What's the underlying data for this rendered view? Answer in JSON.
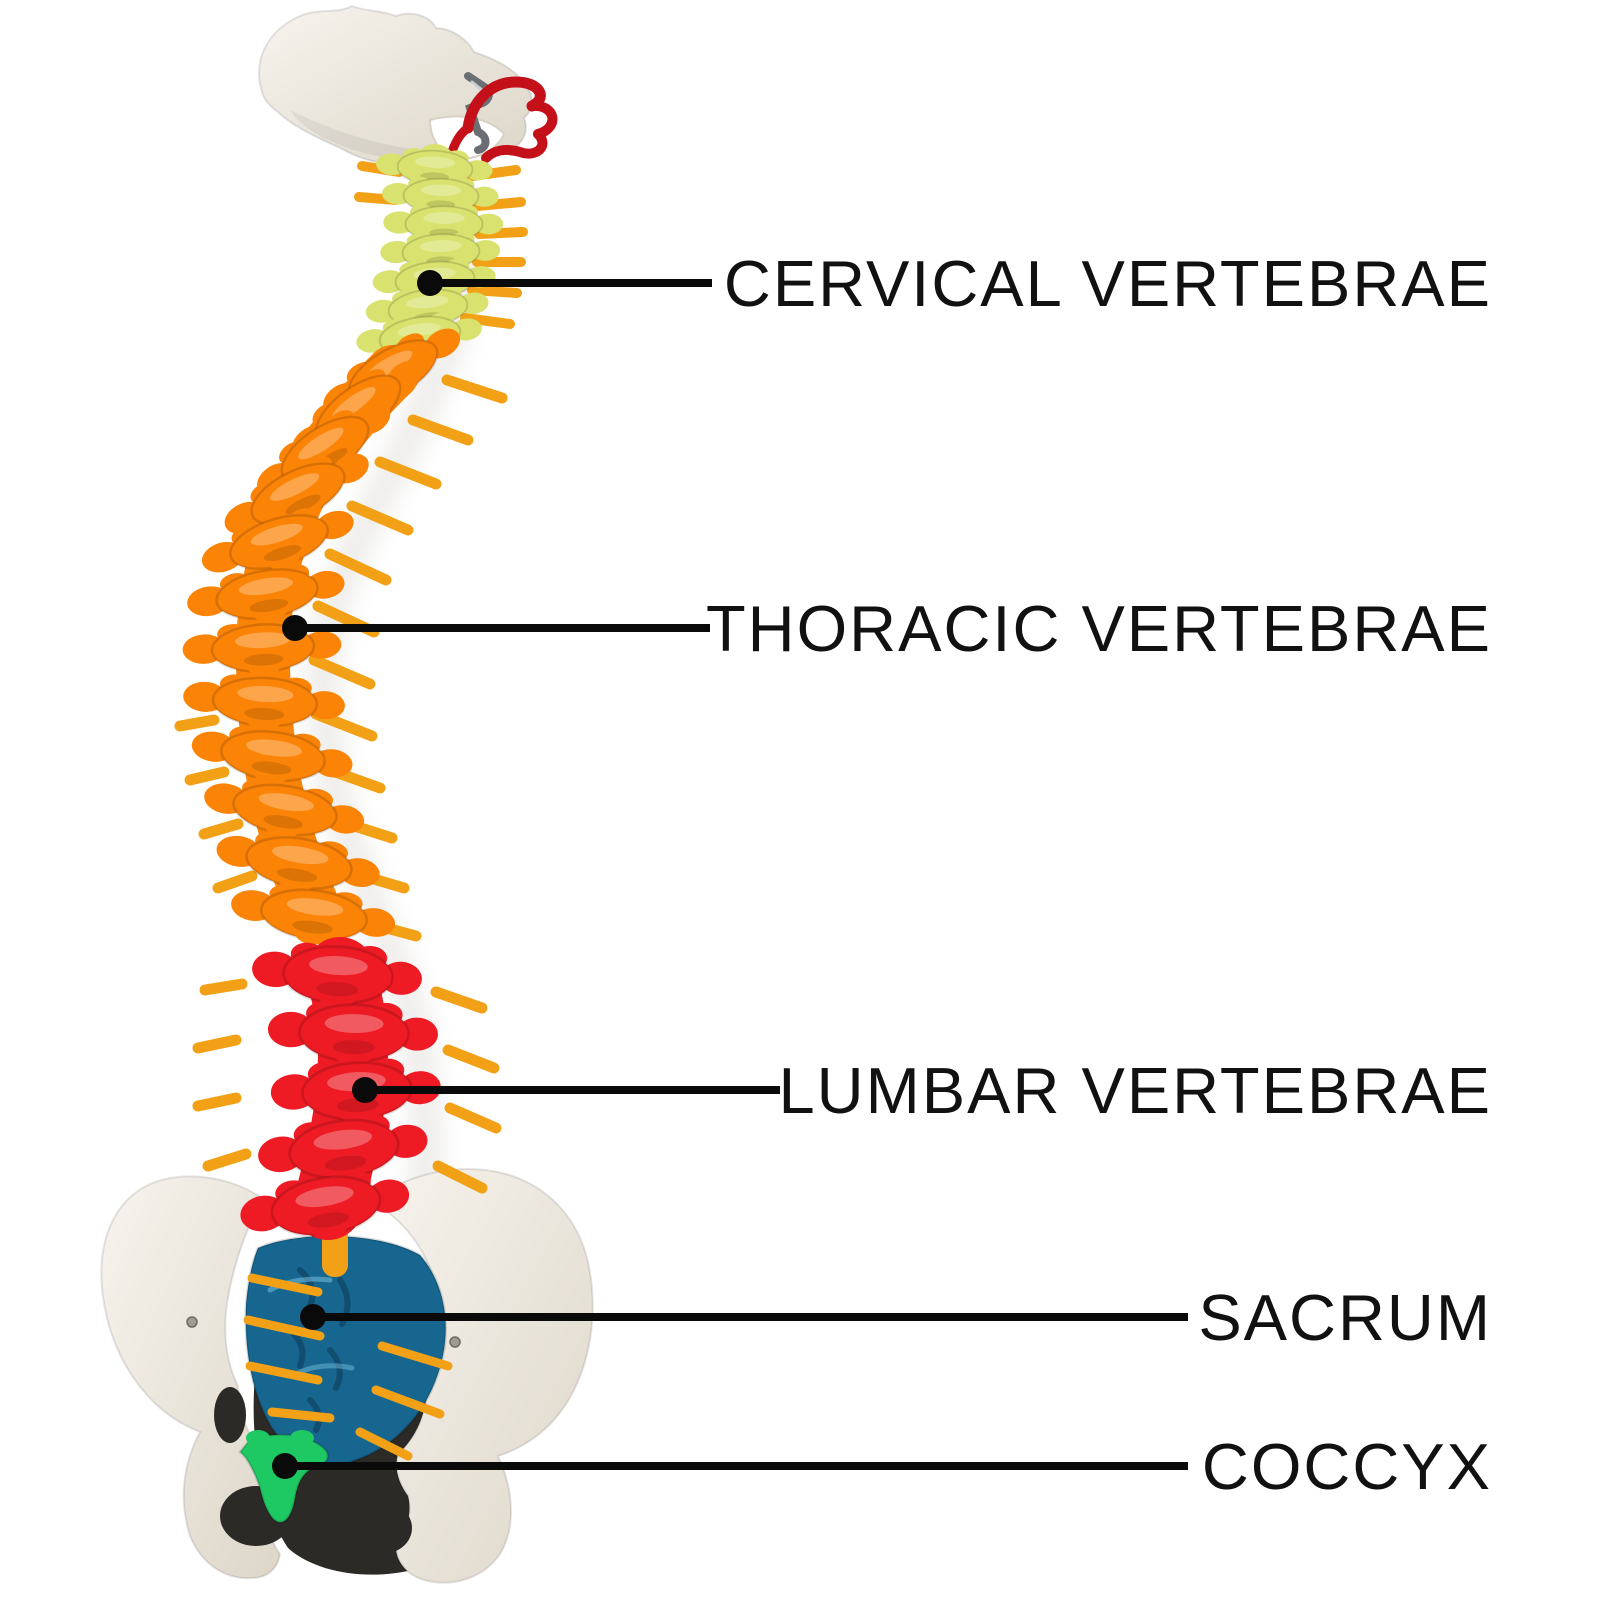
{
  "page": {
    "background": "#ffffff"
  },
  "regions": [
    {
      "name": "cervical-vertebrae",
      "label": "CERVICAL VERTEBRAE",
      "color": "#d9e26e"
    },
    {
      "name": "thoracic-vertebrae",
      "label": "THORACIC VERTEBRAE",
      "color": "#fb8306"
    },
    {
      "name": "lumbar-vertebrae",
      "label": "LUMBAR VERTEBRAE",
      "color": "#ee1b24"
    },
    {
      "name": "sacrum",
      "label": "SACRUM",
      "color": "#176690"
    },
    {
      "name": "coccyx",
      "label": "COCCYX",
      "color": "#1ec863"
    }
  ],
  "accents": {
    "nerves": "#f2a117",
    "artery": "#c41019",
    "bone": "#f0ece5",
    "bone_shadow": "#d8d1c5",
    "pelvis_holes": "#2b2a27",
    "metal_clip": "#6b6f73",
    "leader_line": "#0a0a0a",
    "label_text": "#111111"
  }
}
